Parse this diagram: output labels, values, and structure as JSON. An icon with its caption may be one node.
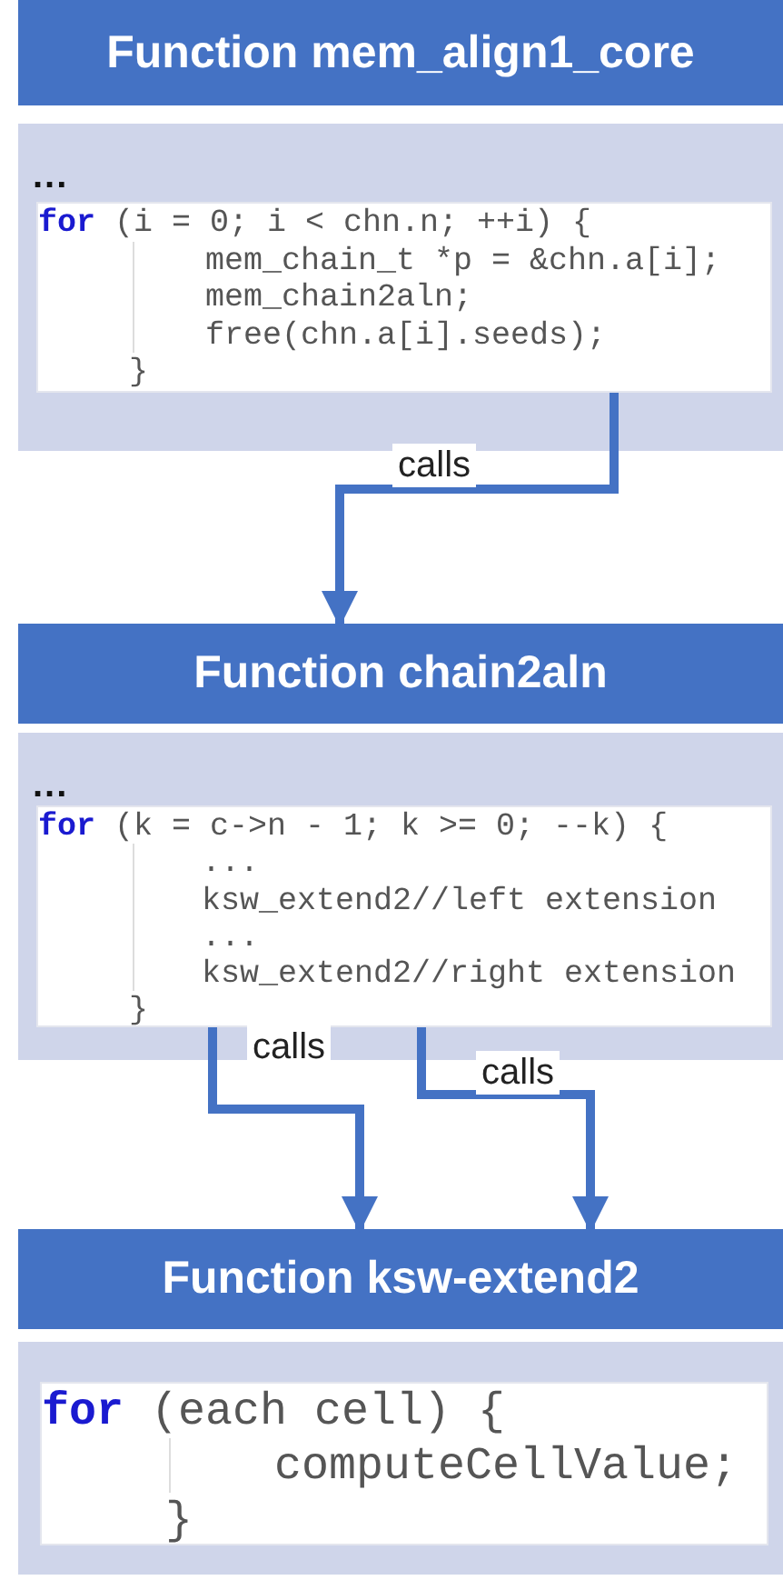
{
  "diagram": {
    "nodes": [
      {
        "text": [
          "Function mem_align1_core"
        ]
      },
      {
        "text": [
          "..."
        ]
      },
      {
        "text": [
          "**for** (i = 0; i < chn.n; ++i) {",
          "mem_chain_t *p = &chn.a[i];",
          "mem_chain2aln;",
          "free(chn.a[i].seeds);",
          "}"
        ],
        "in": 1
      },
      {
        "text": [
          "Function chain2aln"
        ]
      },
      {
        "text": [
          "..."
        ]
      },
      {
        "text": [
          "**for** (k = c->n - 1; k >= 0; --k) {",
          "...",
          "ksw_extend2//left extension",
          "...",
          "ksw_extend2//right extension",
          "}"
        ],
        "in": 4
      },
      {
        "text": [
          "Function ksw-extend2"
        ]
      },
      {
        "text": [],
        "shape": "box"
      },
      {
        "text": [
          "**for** (each cell) {",
          "computeCellValue;",
          "}"
        ],
        "in": 7
      }
    ],
    "edges": [
      {
        "from": 2,
        "to": 3,
        "arrow": "to",
        "label": "calls"
      },
      {
        "from": 5,
        "to": 6,
        "arrow": "to",
        "label": "calls"
      },
      {
        "from": 5,
        "to": 6,
        "arrow": "to",
        "label": "calls"
      }
    ]
  }
}
